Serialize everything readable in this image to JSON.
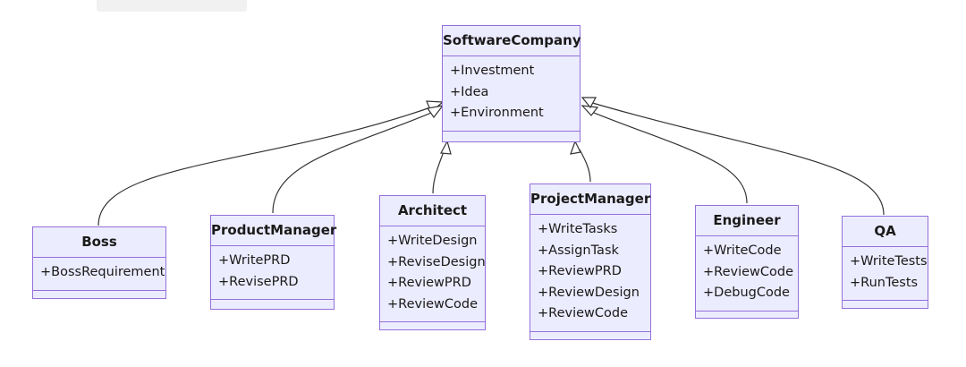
{
  "classes": [
    {
      "id": "softwarecompany",
      "name": "SoftwareCompany",
      "members": [
        "+Investment",
        "+Idea",
        "+Environment"
      ]
    },
    {
      "id": "boss",
      "name": "Boss",
      "members": [
        "+BossRequirement"
      ]
    },
    {
      "id": "productmanager",
      "name": "ProductManager",
      "members": [
        "+WritePRD",
        "+RevisePRD"
      ]
    },
    {
      "id": "architect",
      "name": "Architect",
      "members": [
        "+WriteDesign",
        "+ReviseDesign",
        "+ReviewPRD",
        "+ReviewCode"
      ]
    },
    {
      "id": "projectmanager",
      "name": "ProjectManager",
      "members": [
        "+WriteTasks",
        "+AssignTask",
        "+ReviewPRD",
        "+ReviewDesign",
        "+ReviewCode"
      ]
    },
    {
      "id": "engineer",
      "name": "Engineer",
      "members": [
        "+WriteCode",
        "+ReviewCode",
        "+DebugCode"
      ]
    },
    {
      "id": "qa",
      "name": "QA",
      "members": [
        "+WriteTests",
        "+RunTests"
      ]
    }
  ],
  "relations": [
    {
      "from": "boss",
      "to": "softwarecompany",
      "type": "inheritance"
    },
    {
      "from": "productmanager",
      "to": "softwarecompany",
      "type": "inheritance"
    },
    {
      "from": "architect",
      "to": "softwarecompany",
      "type": "inheritance"
    },
    {
      "from": "projectmanager",
      "to": "softwarecompany",
      "type": "inheritance"
    },
    {
      "from": "engineer",
      "to": "softwarecompany",
      "type": "inheritance"
    },
    {
      "from": "qa",
      "to": "softwarecompany",
      "type": "inheritance"
    }
  ]
}
